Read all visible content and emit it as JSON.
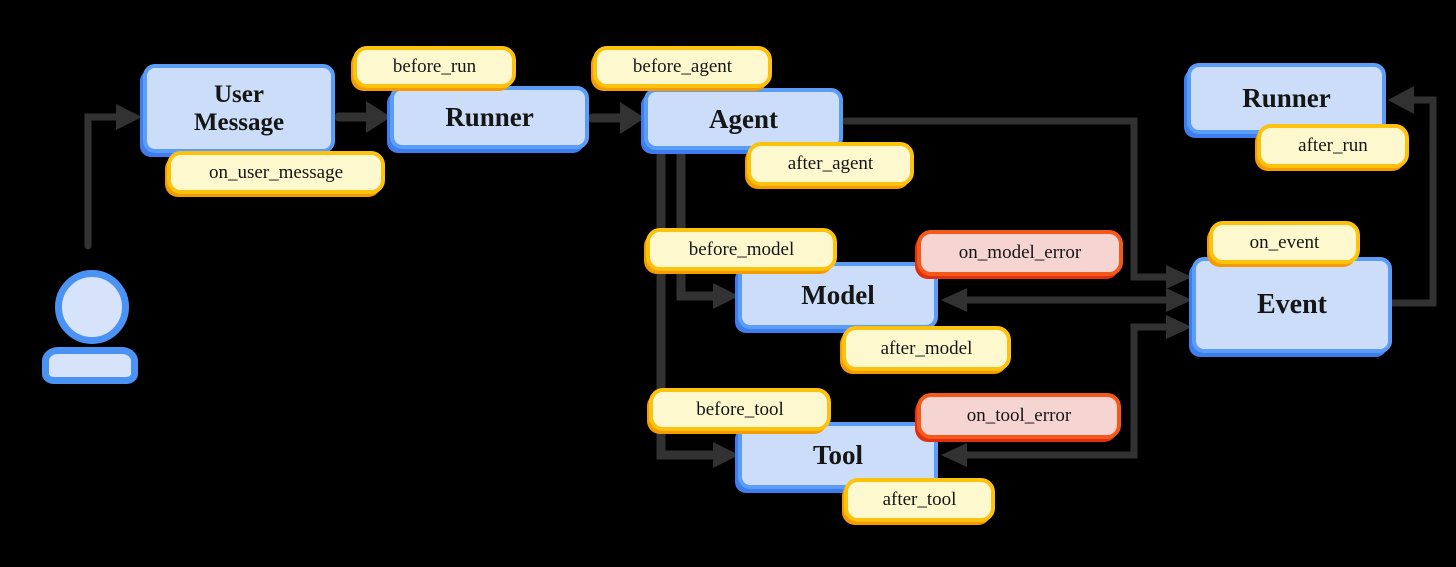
{
  "colors": {
    "background": "#000000",
    "node_fill": "#ccddf9",
    "node_border": "#5b9cf6",
    "node_shadow": "#3d7ded",
    "hook_fill": "#fdf8cd",
    "hook_border": "#fcc20e",
    "hook_shadow": "#f59b00",
    "error_fill": "#f5d4d1",
    "error_border": "#f4591a",
    "error_shadow": "#e03010",
    "edge_color": "#323232",
    "text_color": "#151515",
    "person_fill": "#d6e3fb",
    "person_border": "#4b92f5"
  },
  "nodes": {
    "user_message": "User Message",
    "runner_start": "Runner",
    "agent": "Agent",
    "model": "Model",
    "tool": "Tool",
    "event": "Event",
    "runner_end": "Runner"
  },
  "hooks": {
    "on_user_message": "on_user_message",
    "before_run": "before_run",
    "before_agent": "before_agent",
    "after_agent": "after_agent",
    "before_model": "before_model",
    "after_model": "after_model",
    "on_model_error": "on_model_error",
    "before_tool": "before_tool",
    "after_tool": "after_tool",
    "on_tool_error": "on_tool_error",
    "on_event": "on_event",
    "after_run": "after_run"
  },
  "icons": {
    "user": "person-icon"
  }
}
